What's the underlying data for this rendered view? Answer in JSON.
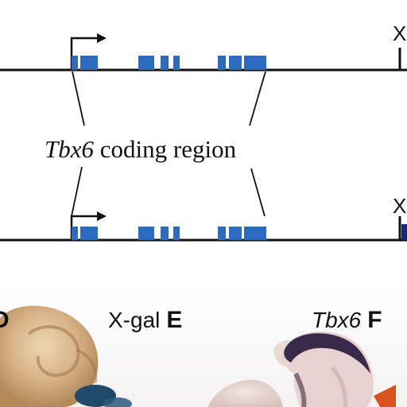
{
  "diagram": {
    "top_marker": "X",
    "bottom_marker": "X",
    "callout": {
      "gene": "Tbx6",
      "rest": " coding region"
    }
  },
  "panels": {
    "left_letter": "D",
    "middle_label": "X-gal",
    "middle_letter": "E",
    "right_label": "Tbx6",
    "right_letter": "F"
  },
  "colors": {
    "exon": "#2b6cbf",
    "line": "#111111",
    "bottom_marker_bar": "#1a2a78",
    "arrowhead": "#d9541c",
    "stain": "#3a2a4a"
  }
}
